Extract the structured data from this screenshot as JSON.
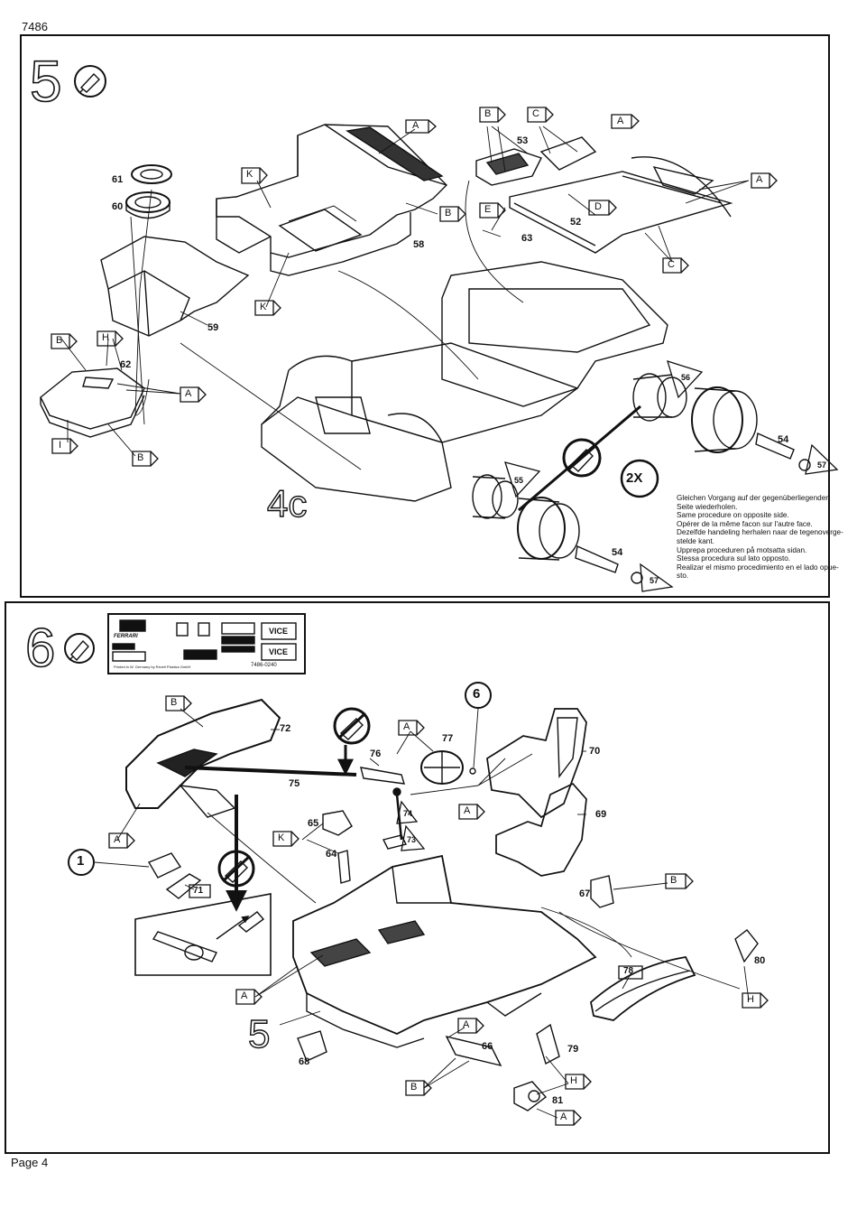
{
  "doc_number": "7486",
  "page_label": "Page 4",
  "steps": [
    {
      "number": "5",
      "ref": "4c"
    },
    {
      "number": "6",
      "ref": "5"
    }
  ],
  "step5": {
    "parts": [
      "61",
      "60",
      "59",
      "62",
      "58",
      "53",
      "52",
      "63",
      "54",
      "55",
      "56",
      "57"
    ],
    "tags": [
      "A",
      "B",
      "C",
      "D",
      "E",
      "H",
      "I",
      "K"
    ],
    "multiplier": "2X",
    "note_lines": [
      "Gleichen Vorgang auf der gegenüberliegenden",
      "Seite wiederholen.",
      "Same procedure on opposite side.",
      "Opérer de la même facon sur l'autre face.",
      "Dezelfde handeling herhalen naar de tegenoverge-",
      "stelde kant.",
      "Upprepa proceduren på motsatta sidan.",
      "Stessa procedura sul lato opposto.",
      "Realizar el mismo procedimiento en el lado opue-",
      "sto."
    ]
  },
  "step6": {
    "parts": [
      "72",
      "77",
      "76",
      "75",
      "70",
      "69",
      "65",
      "64",
      "74",
      "73",
      "71",
      "67",
      "78",
      "80",
      "66",
      "79",
      "68",
      "81"
    ],
    "callouts": [
      "1",
      "6"
    ],
    "decal_sheet": {
      "brand": "FERRARI",
      "plate": "VICE",
      "code": "7486-0240",
      "imprint": "Printed in W. Germany by Revell Plastics GmbH"
    }
  }
}
